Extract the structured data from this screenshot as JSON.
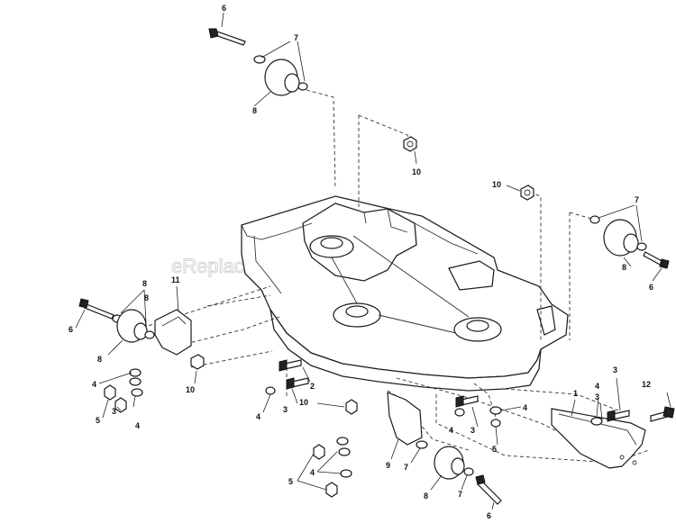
{
  "watermark": "eReplacementParts.com",
  "callouts": [
    {
      "id": "c1",
      "label": "6"
    },
    {
      "id": "c2",
      "label": "7"
    },
    {
      "id": "c3",
      "label": "8"
    },
    {
      "id": "c4",
      "label": "10"
    },
    {
      "id": "c5",
      "label": "10"
    },
    {
      "id": "c6",
      "label": "7"
    },
    {
      "id": "c7",
      "label": "8"
    },
    {
      "id": "c8",
      "label": "6"
    },
    {
      "id": "c9",
      "label": "8"
    },
    {
      "id": "c10",
      "label": "8"
    },
    {
      "id": "c11",
      "label": "11"
    },
    {
      "id": "c12",
      "label": "6"
    },
    {
      "id": "c13",
      "label": "8"
    },
    {
      "id": "c14",
      "label": "10"
    },
    {
      "id": "c15",
      "label": "4"
    },
    {
      "id": "c16",
      "label": "3"
    },
    {
      "id": "c17",
      "label": "5"
    },
    {
      "id": "c18",
      "label": "4"
    },
    {
      "id": "c19",
      "label": "2"
    },
    {
      "id": "c20",
      "label": "4"
    },
    {
      "id": "c21",
      "label": "3"
    },
    {
      "id": "c22",
      "label": "10"
    },
    {
      "id": "c23",
      "label": "4"
    },
    {
      "id": "c24",
      "label": "3"
    },
    {
      "id": "c25",
      "label": "3"
    },
    {
      "id": "c26",
      "label": "4"
    },
    {
      "id": "c27",
      "label": "5"
    },
    {
      "id": "c28",
      "label": "4"
    },
    {
      "id": "c29",
      "label": "3"
    },
    {
      "id": "c30",
      "label": "1"
    },
    {
      "id": "c31",
      "label": "12"
    },
    {
      "id": "c32",
      "label": "9"
    },
    {
      "id": "c33",
      "label": "7"
    },
    {
      "id": "c34",
      "label": "5"
    },
    {
      "id": "c35",
      "label": "4"
    },
    {
      "id": "c36",
      "label": "8"
    },
    {
      "id": "c37",
      "label": "7"
    },
    {
      "id": "c38",
      "label": "6"
    }
  ]
}
